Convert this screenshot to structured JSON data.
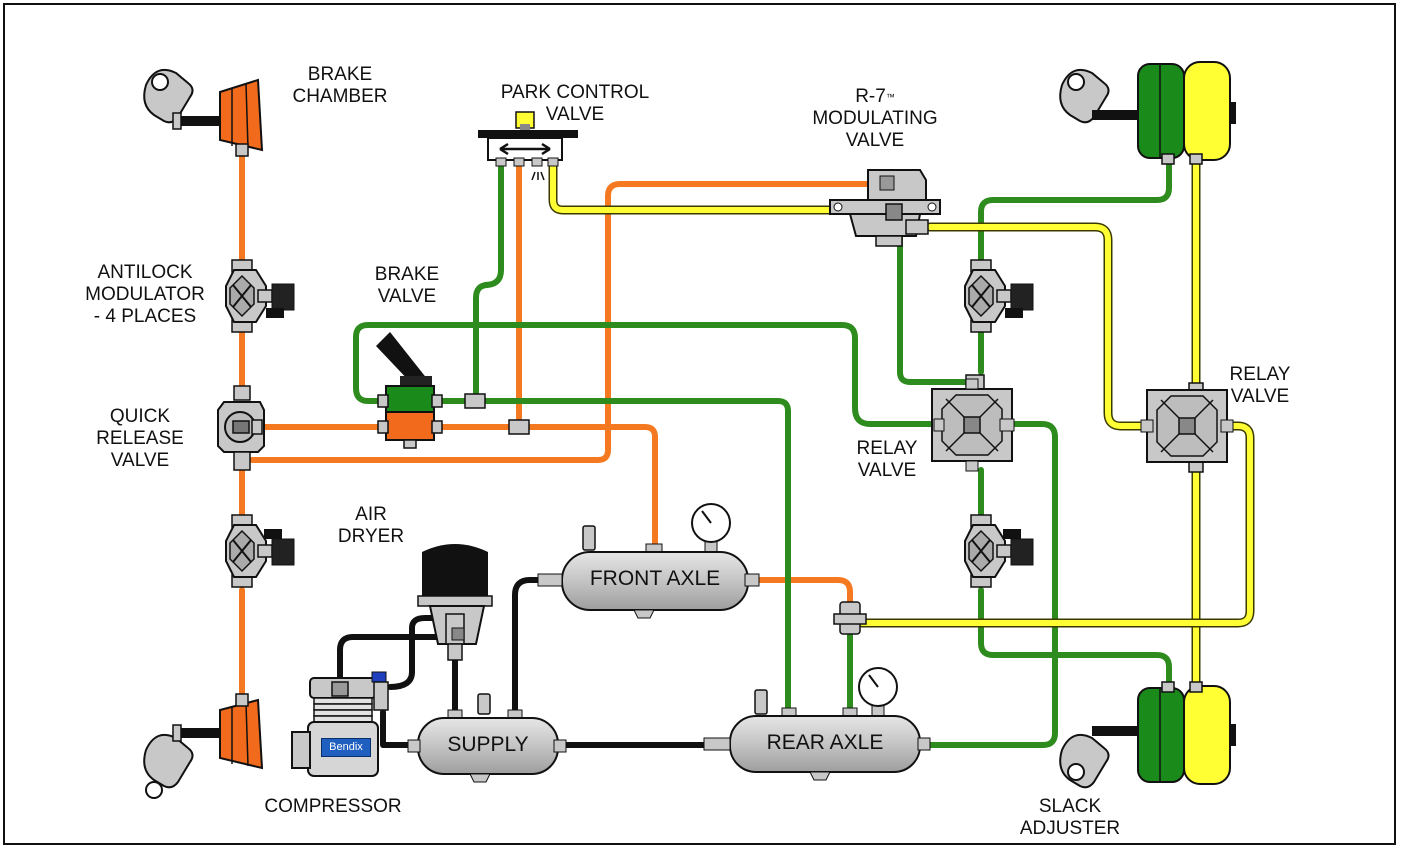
{
  "labels": {
    "brake_chamber": [
      "BRAKE",
      "CHAMBER"
    ],
    "park_control_valve": [
      "PARK CONTROL",
      "VALVE"
    ],
    "r7_modulating_valve": {
      "line1": "R-7",
      "tm": "™",
      "line2": "MODULATING",
      "line3": "VALVE"
    },
    "antilock_modulator": [
      "ANTILOCK",
      "MODULATOR",
      "- 4 PLACES"
    ],
    "brake_valve": [
      "BRAKE",
      "VALVE"
    ],
    "quick_release_valve": [
      "QUICK",
      "RELEASE",
      "VALVE"
    ],
    "relay_valve_center": [
      "RELAY",
      "VALVE"
    ],
    "relay_valve_right": [
      "RELAY",
      "VALVE"
    ],
    "air_dryer": [
      "AIR",
      "DRYER"
    ],
    "compressor": "COMPRESSOR",
    "slack_adjuster": [
      "SLACK",
      "ADJUSTER"
    ]
  },
  "tanks": {
    "front_axle": "FRONT AXLE",
    "rear_axle": "REAR AXLE",
    "supply": "SUPPLY"
  },
  "brand_plate": "Bendix",
  "colors": {
    "front_circuit": "#f47920",
    "rear_circuit": "#2e8b1e",
    "park_circuit": "#ffff33",
    "supply_line": "#111111",
    "component_gray": "#c8c8c8",
    "chamber_orange": "#f26a1b",
    "spring_chamber_green": "#1a8a1a",
    "spring_chamber_yellow": "#ffff33"
  }
}
